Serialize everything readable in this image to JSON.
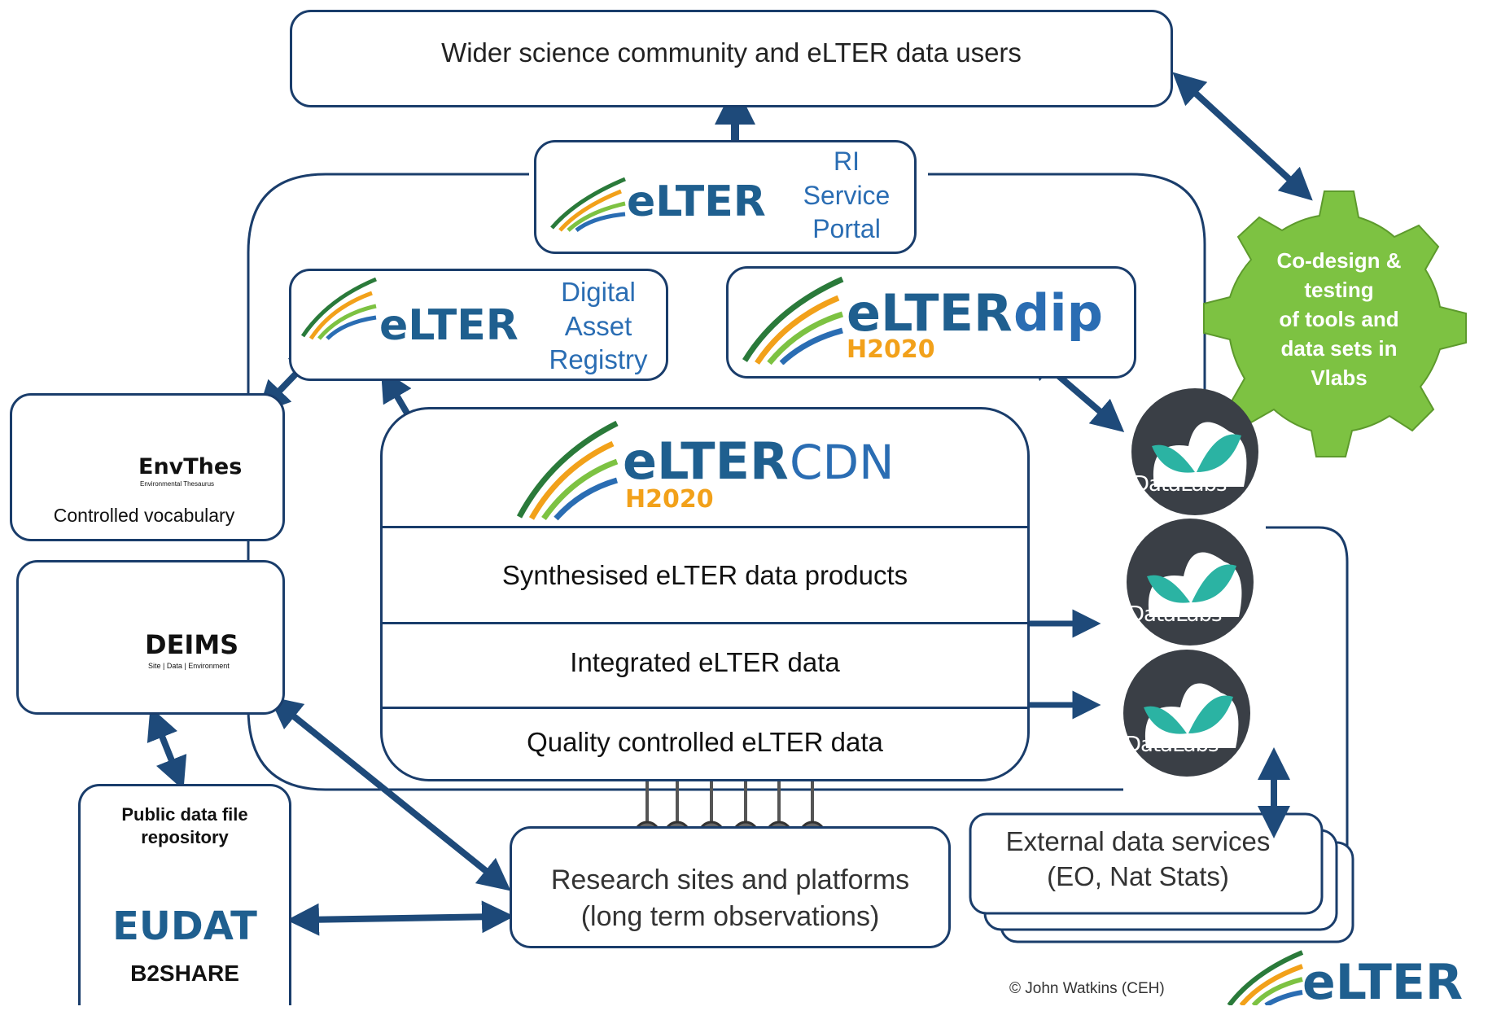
{
  "top_box": {
    "label": "Wider science community and eLTER data users"
  },
  "portal": {
    "logo_text": "eLTER",
    "line1": "RI",
    "line2": "Service",
    "line3": "Portal"
  },
  "registry": {
    "logo_text": "eLTER",
    "line1": "Digital",
    "line2": "Asset",
    "line3": "Registry"
  },
  "dip": {
    "logo_text": "eLTER",
    "suffix": "dip",
    "sub": "H2020"
  },
  "cdn": {
    "logo_text": "eLTER",
    "suffix": "CDN",
    "sub": "H2020",
    "layers": [
      "Synthesised eLTER data products",
      "Integrated eLTER data",
      "Quality controlled eLTER data"
    ]
  },
  "envthes": {
    "name": "EnvThes",
    "tagline": "Environmental Thesaurus",
    "caption": "Controlled vocabulary"
  },
  "deims": {
    "name": "DEIMS",
    "tagline": "Site | Data | Environment"
  },
  "eudat": {
    "title_line1": "Public data file",
    "title_line2": "repository",
    "logo": "EUDAT",
    "service": "B2SHARE"
  },
  "research": {
    "line1": "Research sites and platforms",
    "line2": "(long term observations)"
  },
  "external": {
    "line1": "External data services",
    "line2": "(EO, Nat Stats)"
  },
  "datalabs": {
    "label": "DataLabs"
  },
  "gear": {
    "lines": [
      "Co-design &",
      "testing",
      "of tools and",
      "data sets in",
      "Vlabs"
    ]
  },
  "credit": {
    "text": "© John Watkins (CEH)"
  },
  "corner_logo": {
    "text": "eLTER"
  },
  "colors": {
    "navy": "#1a3d6b",
    "arrow": "#1e4a7a",
    "brand_blue": "#1f5f8f",
    "brand_orange": "#f2a11a",
    "gear_green": "#7dc242",
    "datalabs_bg": "#3a3f46",
    "datalabs_leaf": "#2bb3a3"
  }
}
